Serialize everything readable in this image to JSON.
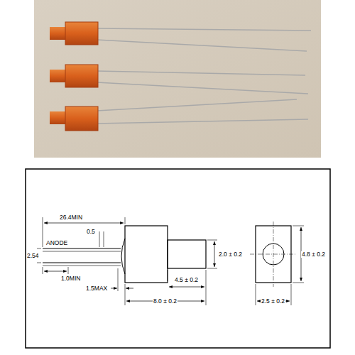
{
  "diagram": {
    "labels": [
      "26.4MIN",
      "0.5",
      "ANODE",
      "2.54",
      "2.0 ± 0.2",
      "4.8 ± 0.2",
      "1.0MIN",
      "4.5 ± 0.2",
      "1.5MAX",
      "8.0 ± 0.2",
      "2.5 ± 0.2"
    ]
  }
}
